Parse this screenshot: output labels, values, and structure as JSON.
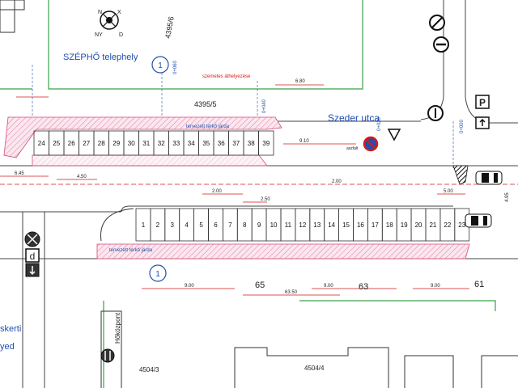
{
  "labels": {
    "company": "SZÉPHŐ telephely",
    "parcel_top": "4395/6",
    "parcel_mid": "4395/5",
    "street": "Szeder utca",
    "sidewalk_top": "tervezett térkő járda",
    "sidewalk_bottom": "tervezett térkő járda",
    "crossing_note": "szemetes áthelyezése",
    "house_65": "65",
    "house_63": "63",
    "house_61": "61",
    "parcel_bl": "4504/3",
    "parcel_br": "4504/4",
    "boiler": "Hőközpont",
    "left_text_1": "skerti",
    "left_text_2": "yed",
    "roadline": "aszfalt",
    "station_1": "0+040",
    "station_2": "0+060",
    "station_3": "0+020",
    "station_4": "0+000"
  },
  "dims": {
    "d680": "6.80",
    "d910": "9.10",
    "d900a": "9.00",
    "d900b": "9.00",
    "d900c": "9.00",
    "d6350": "63.50",
    "d645": "6.45",
    "d450": "4.50",
    "d200a": "2.00",
    "d200b": "2.00",
    "d250": "2.50",
    "d495": "4.95",
    "d500": "5.00"
  },
  "parking_top": [
    "24",
    "25",
    "26",
    "27",
    "28",
    "29",
    "30",
    "31",
    "32",
    "33",
    "34",
    "35",
    "36",
    "37",
    "38",
    "39"
  ],
  "parking_bottom": [
    "1",
    "2",
    "3",
    "4",
    "5",
    "6",
    "7",
    "8",
    "9",
    "10",
    "11",
    "12",
    "13",
    "14",
    "15",
    "16",
    "17",
    "18",
    "19",
    "20",
    "21",
    "22",
    "23"
  ],
  "signs": {
    "sign_1": "1",
    "sign_2": "1",
    "sign_3": "1",
    "sign_4": "1"
  },
  "colors": {
    "blue": "#1f4fb0",
    "red": "#d21a1a",
    "pink": "#e57aa0",
    "green": "#3aa04a"
  }
}
